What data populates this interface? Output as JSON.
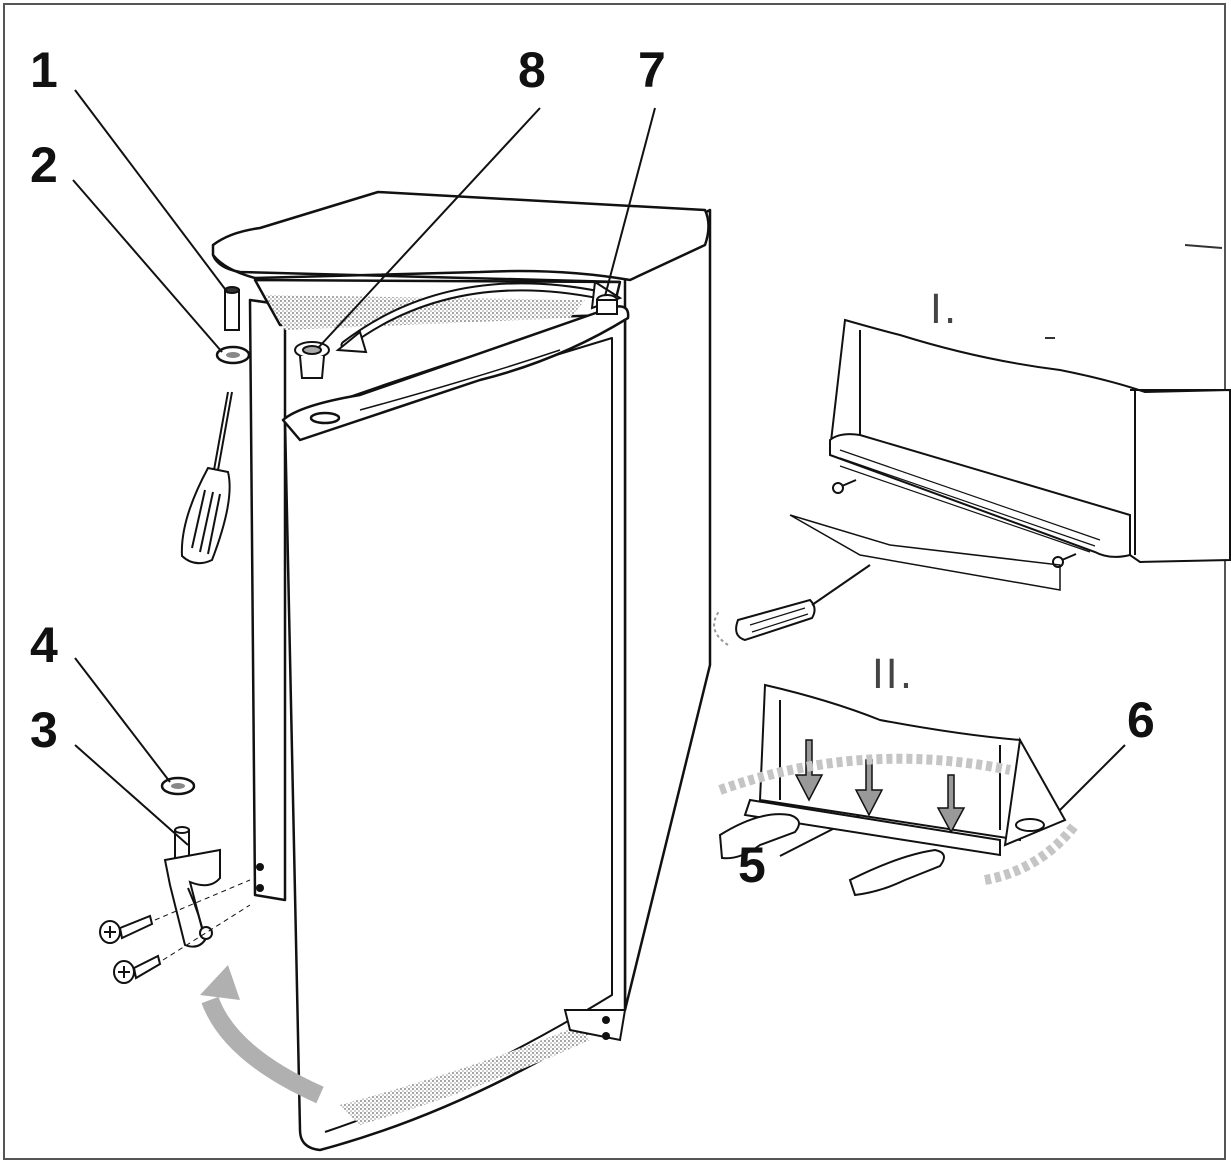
{
  "figure": {
    "callouts": [
      {
        "id": "1",
        "label": "1"
      },
      {
        "id": "2",
        "label": "2"
      },
      {
        "id": "3",
        "label": "3"
      },
      {
        "id": "4",
        "label": "4"
      },
      {
        "id": "5",
        "label": "5"
      },
      {
        "id": "6",
        "label": "6"
      },
      {
        "id": "7",
        "label": "7"
      },
      {
        "id": "8",
        "label": "8"
      }
    ],
    "steps": [
      {
        "id": "I",
        "label": "I."
      },
      {
        "id": "II",
        "label": "II."
      }
    ],
    "colors": {
      "line": "#111111",
      "fill": "#ffffff",
      "shade": "#9a9a9a",
      "frame": "#555555"
    }
  }
}
